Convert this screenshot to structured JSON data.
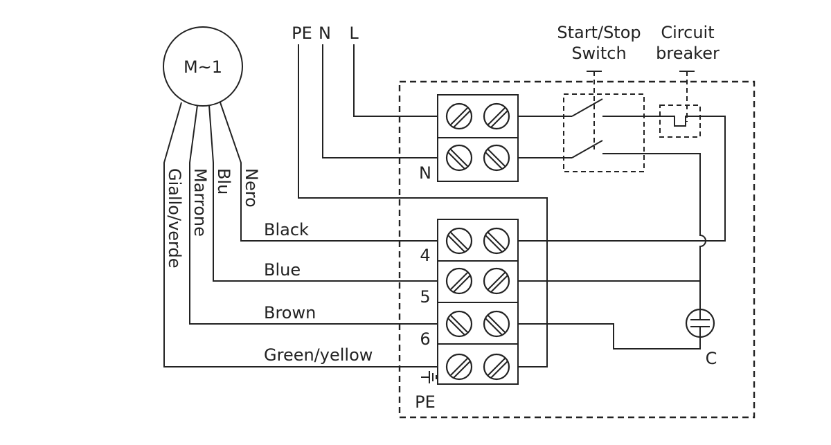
{
  "motor": {
    "label": "M~1"
  },
  "supply": {
    "pe": "PE",
    "n": "N",
    "l": "L"
  },
  "switch": {
    "line1": "Start/Stop",
    "line2": "Switch"
  },
  "breaker": {
    "line1": "Circuit",
    "line2": "breaker"
  },
  "italian_wires": [
    "Giallo/verde",
    "Marrone",
    "Blu",
    "Nero"
  ],
  "english_wires": [
    "Black",
    "Blue",
    "Brown",
    "Green/yellow"
  ],
  "terminals": {
    "n_block": "N",
    "t4": "4",
    "t5": "5",
    "t6": "6",
    "pe_block": "PE"
  },
  "capacitor": {
    "label": "C"
  }
}
